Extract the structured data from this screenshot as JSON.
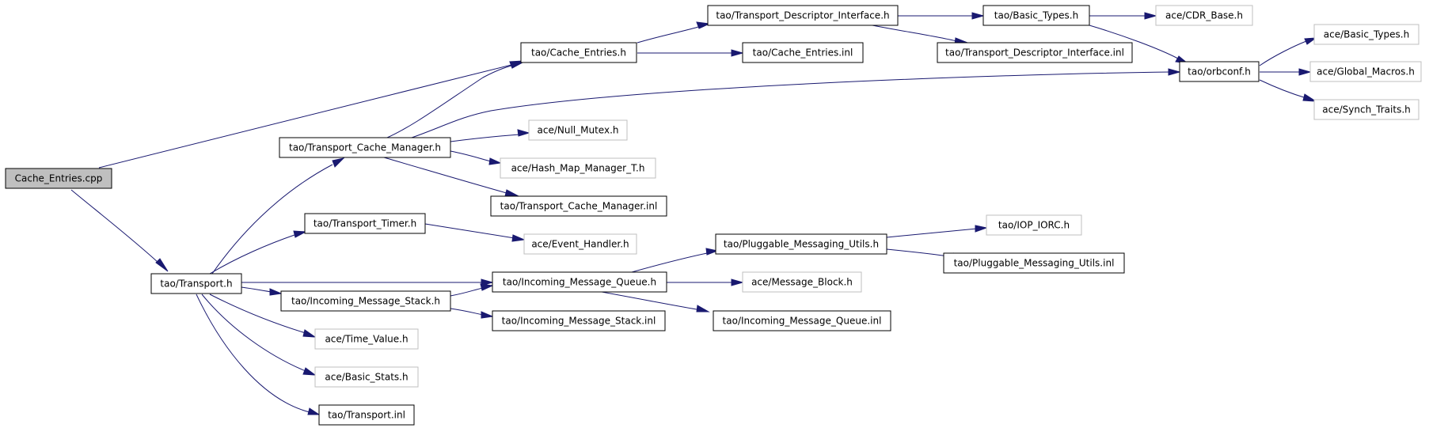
{
  "colors": {
    "edge": "#191970",
    "root_fill": "#bfbfbf",
    "solid_border": "#000000",
    "grey_border": "#bfbfbf",
    "node_fill": "#ffffff"
  },
  "nodes": {
    "cache_entries_cpp": "Cache_Entries.cpp",
    "tao_cache_entries_h": "tao/Cache_Entries.h",
    "tao_transport_h": "tao/Transport.h",
    "tao_transport_descriptor_interface_h": "tao/Transport_Descriptor_Interface.h",
    "tao_cache_entries_inl": "tao/Cache_Entries.inl",
    "tao_basic_types_h": "tao/Basic_Types.h",
    "tao_transport_descriptor_interface_inl": "tao/Transport_Descriptor_Interface.inl",
    "ace_cdr_base_h": "ace/CDR_Base.h",
    "tao_orbconf_h": "tao/orbconf.h",
    "ace_basic_types_h": "ace/Basic_Types.h",
    "ace_global_macros_h": "ace/Global_Macros.h",
    "ace_synch_traits_h": "ace/Synch_Traits.h",
    "tao_transport_cache_manager_h": "tao/Transport_Cache_Manager.h",
    "ace_null_mutex_h": "ace/Null_Mutex.h",
    "ace_hash_map_manager_t_h": "ace/Hash_Map_Manager_T.h",
    "tao_transport_cache_manager_inl": "tao/Transport_Cache_Manager.inl",
    "tao_transport_timer_h": "tao/Transport_Timer.h",
    "ace_event_handler_h": "ace/Event_Handler.h",
    "tao_pluggable_messaging_utils_h": "tao/Pluggable_Messaging_Utils.h",
    "tao_iop_iorc_h": "tao/IOP_IORC.h",
    "tao_pluggable_messaging_utils_inl": "tao/Pluggable_Messaging_Utils.inl",
    "tao_incoming_message_queue_h": "tao/Incoming_Message_Queue.h",
    "ace_message_block_h": "ace/Message_Block.h",
    "tao_incoming_message_stack_h": "tao/Incoming_Message_Stack.h",
    "tao_incoming_message_stack_inl": "tao/Incoming_Message_Stack.inl",
    "tao_incoming_message_queue_inl": "tao/Incoming_Message_Queue.inl",
    "ace_time_value_h": "ace/Time_Value.h",
    "ace_basic_stats_h": "ace/Basic_Stats.h",
    "tao_transport_inl": "tao/Transport.inl"
  }
}
